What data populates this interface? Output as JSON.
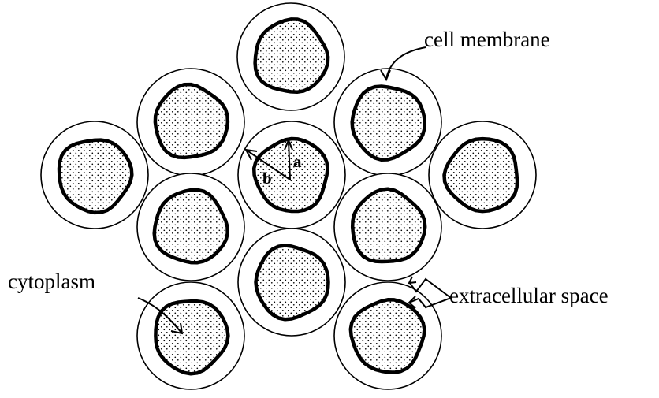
{
  "labels": {
    "cell_membrane": "cell membrane",
    "cytoplasm": "cytoplasm",
    "extracellular_space": "extracellular space",
    "radius_a": "a",
    "radius_b": "b"
  },
  "cell_count": 11,
  "colors": {
    "ink": "#000000",
    "background": "#ffffff",
    "stipple": "#000000"
  }
}
